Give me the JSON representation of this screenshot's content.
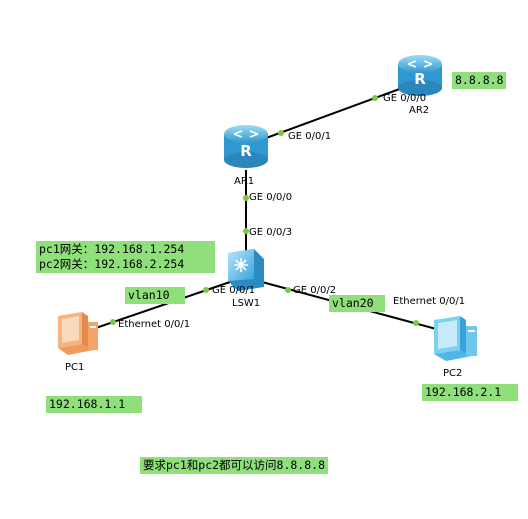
{
  "colors": {
    "link": "#000000",
    "port_dot": "#7ac943",
    "note_bg": "#8fe07a",
    "router_blue": "#3fa9dc",
    "switch_blue": "#5bb8e6",
    "pc1_orange": "#f4a46a",
    "pc2_blue": "#6fc6ee"
  },
  "devices": {
    "ar1": {
      "label": "AR1",
      "icon": "router-icon"
    },
    "ar2": {
      "label": "AR2",
      "icon": "router-icon"
    },
    "lsw1": {
      "label": "LSW1",
      "icon": "switch-icon"
    },
    "pc1": {
      "label": "PC1",
      "icon": "pc-icon"
    },
    "pc2": {
      "label": "PC2",
      "icon": "pc-icon"
    }
  },
  "ports": {
    "ar2_ge000": "GE 0/0/0",
    "ar1_ge001": "GE 0/0/1",
    "ar1_ge000": "GE 0/0/0",
    "lsw1_ge003": "GE 0/0/3",
    "lsw1_ge001": "GE 0/0/1",
    "lsw1_ge002": "GE 0/0/2",
    "pc1_eth": "Ethernet 0/0/1",
    "pc2_eth": "Ethernet 0/0/1"
  },
  "notes": {
    "ar2_ip": "8.8.8.8",
    "gateway_pc1": "pc1网关：192.168.1.254",
    "gateway_pc2": "pc2网关：192.168.2.254",
    "vlan10": "vlan10",
    "vlan20": "vlan20",
    "pc1_ip": "192.168.1.1",
    "pc2_ip": "192.168.2.1",
    "requirement": "要求pc1和pc2都可以访问8.8.8.8"
  }
}
